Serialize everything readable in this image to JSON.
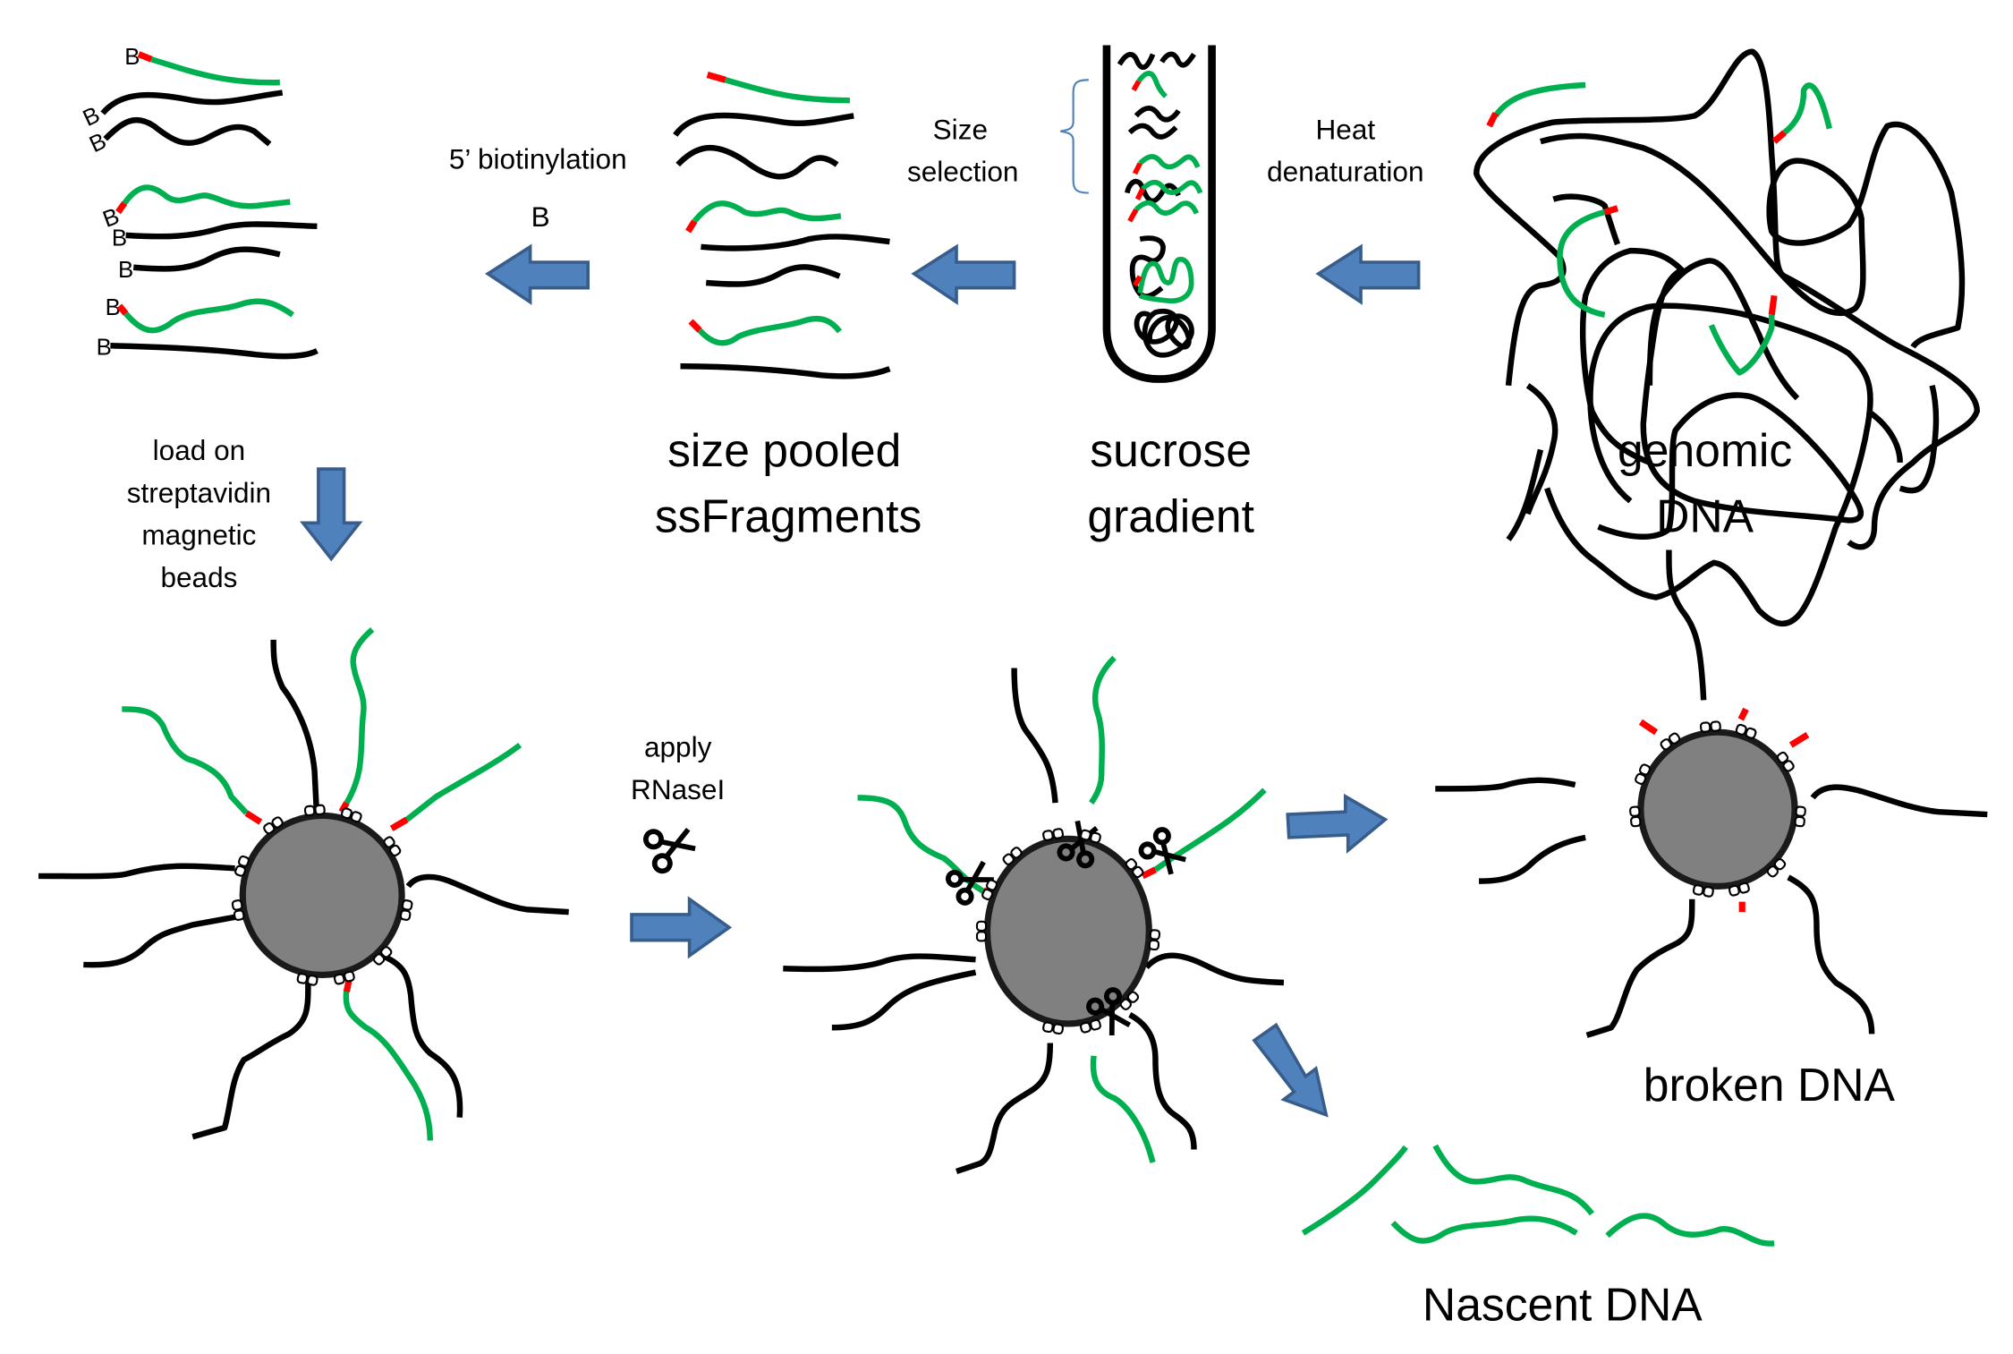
{
  "figure": {
    "colors": {
      "genomic_strand": "#000000",
      "nascent_strand": "#00B050",
      "rna_primer": "#FF0000",
      "arrow_fill": "#4F81BD",
      "arrow_border": "#385D8A",
      "bead": "#808080",
      "brace": "#4F81BD"
    },
    "steps": {
      "genomic": {
        "line1": "genomic",
        "line2": "DNA"
      },
      "heat": {
        "line1": "Heat",
        "line2": "denaturation"
      },
      "sucrose": {
        "line1": "sucrose",
        "line2": "gradient"
      },
      "size_selection": {
        "line1": "Size",
        "line2": "selection"
      },
      "pooled": {
        "line1": "size pooled",
        "line2": "ssFragments"
      },
      "biotinylation": {
        "label": "5’ biotinylation",
        "symbol": "B"
      },
      "load": {
        "line1": "load on",
        "line2": "streptavidin",
        "line3": "magnetic",
        "line4": "beads"
      },
      "rnase": {
        "line1": "apply",
        "line2": "RNaseI",
        "icon": "scissors-icon"
      },
      "broken": {
        "label": "broken DNA"
      },
      "nascent": {
        "label": "Nascent DNA"
      }
    },
    "biotin_tag": "B"
  }
}
